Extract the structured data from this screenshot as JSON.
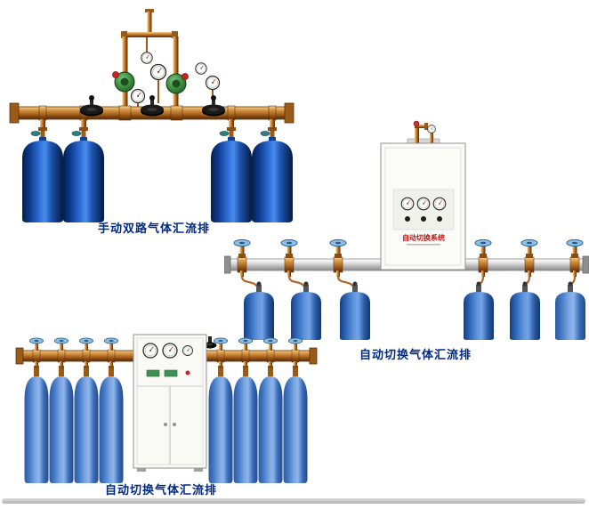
{
  "page": {
    "background": "#ffffff"
  },
  "captions": {
    "manual_dual": "手动双路气体汇流排",
    "auto_right": "自动切换气体汇流排",
    "auto_bottom": "自动切换气体汇流排"
  },
  "cabinet": {
    "label": "自动切换系统"
  },
  "colors": {
    "page_bg": "#ffffff",
    "caption_text": "#002a86",
    "brass": "#b06a22",
    "cylinder_dark_blue": "#0d3a8e",
    "cylinder_medium_blue": "#2f67b8",
    "cylinder_light_blue": "#4478c4",
    "cabinet_white": "#fbfbf8",
    "pipe_silver": "#c9c9c9",
    "cabinet_label_red": "#cc1111",
    "handwheel_black": "#0d0d0d",
    "handwheel_blue": "#8cc0e6",
    "regulator_green": "#3d8f41",
    "divider_gray": "#c4c4c4"
  }
}
